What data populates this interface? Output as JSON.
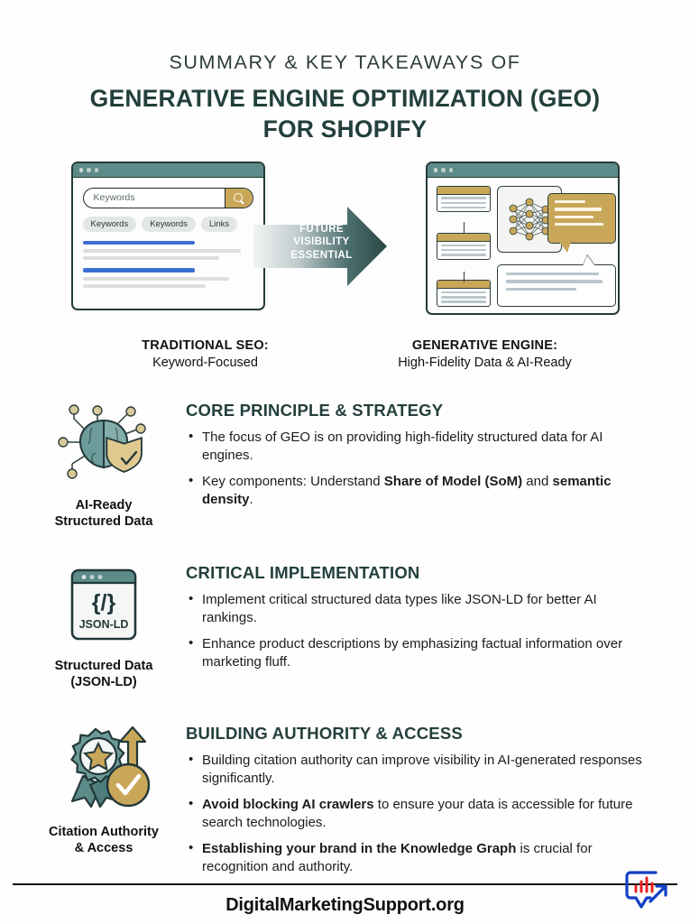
{
  "title": {
    "sub": "SUMMARY & KEY TAKEAWAYS OF",
    "main_line1": "GENERATIVE ENGINE OPTIMIZATION (GEO)",
    "main_line2": "FOR SHOPIFY"
  },
  "hero": {
    "seo_window": {
      "search_placeholder": "Keywords",
      "pills": [
        "Keywords",
        "Keywords",
        "Links"
      ]
    },
    "arrow_label_line1": "FUTURE",
    "arrow_label_line2": "VISIBILITY",
    "arrow_label_line3": "ESSENTIAL",
    "left_label_title": "TRADITIONAL SEO:",
    "left_label_sub": "Keyword-Focused",
    "right_label_title": "GENERATIVE ENGINE:",
    "right_label_sub": "High-Fidelity Data & AI-Ready"
  },
  "sections": [
    {
      "icon_caption_line1": "AI-Ready",
      "icon_caption_line2": "Structured Data",
      "heading": "CORE PRINCIPLE & STRATEGY",
      "bullets": [
        {
          "pre": "The focus of GEO is on providing high-fidelity structured data for AI engines.",
          "bold": "",
          "post": ""
        },
        {
          "pre": "Key components: Understand ",
          "bold": "Share of Model (SoM)",
          "mid": " and ",
          "bold2": "semantic density",
          "post": "."
        }
      ]
    },
    {
      "icon_caption_line1": "Structured Data",
      "icon_caption_line2": "(JSON-LD)",
      "icon_code_glyph": "{/}",
      "icon_code_label": "JSON-LD",
      "heading": "CRITICAL IMPLEMENTATION",
      "bullets": [
        {
          "pre": "Implement critical structured data types like JSON-LD for better AI rankings.",
          "bold": "",
          "post": ""
        },
        {
          "pre": "Enhance product descriptions by emphasizing factual information over marketing fluff.",
          "bold": "",
          "post": ""
        }
      ]
    },
    {
      "icon_caption_line1": "Citation Authority",
      "icon_caption_line2": "& Access",
      "heading": "BUILDING AUTHORITY & ACCESS",
      "bullets": [
        {
          "pre": "Building citation authority can improve visibility in AI-generated responses significantly.",
          "bold": "",
          "post": ""
        },
        {
          "pre": "",
          "bold": "Avoid blocking AI crawlers",
          "post": " to ensure your data is accessible for future search technologies."
        },
        {
          "pre": "",
          "bold": "Establishing your brand in the Knowledge Graph",
          "post": " is crucial for recognition and authority."
        }
      ]
    }
  ],
  "footer": {
    "site": "DigitalMarketingSupport.org"
  },
  "colors": {
    "heading_teal": "#23403c",
    "gold": "#c9a759",
    "teal_bar": "#5d8b89",
    "blue_result": "#3b6fd4",
    "logo_blue": "#123fc4",
    "logo_red": "#e8231f"
  }
}
